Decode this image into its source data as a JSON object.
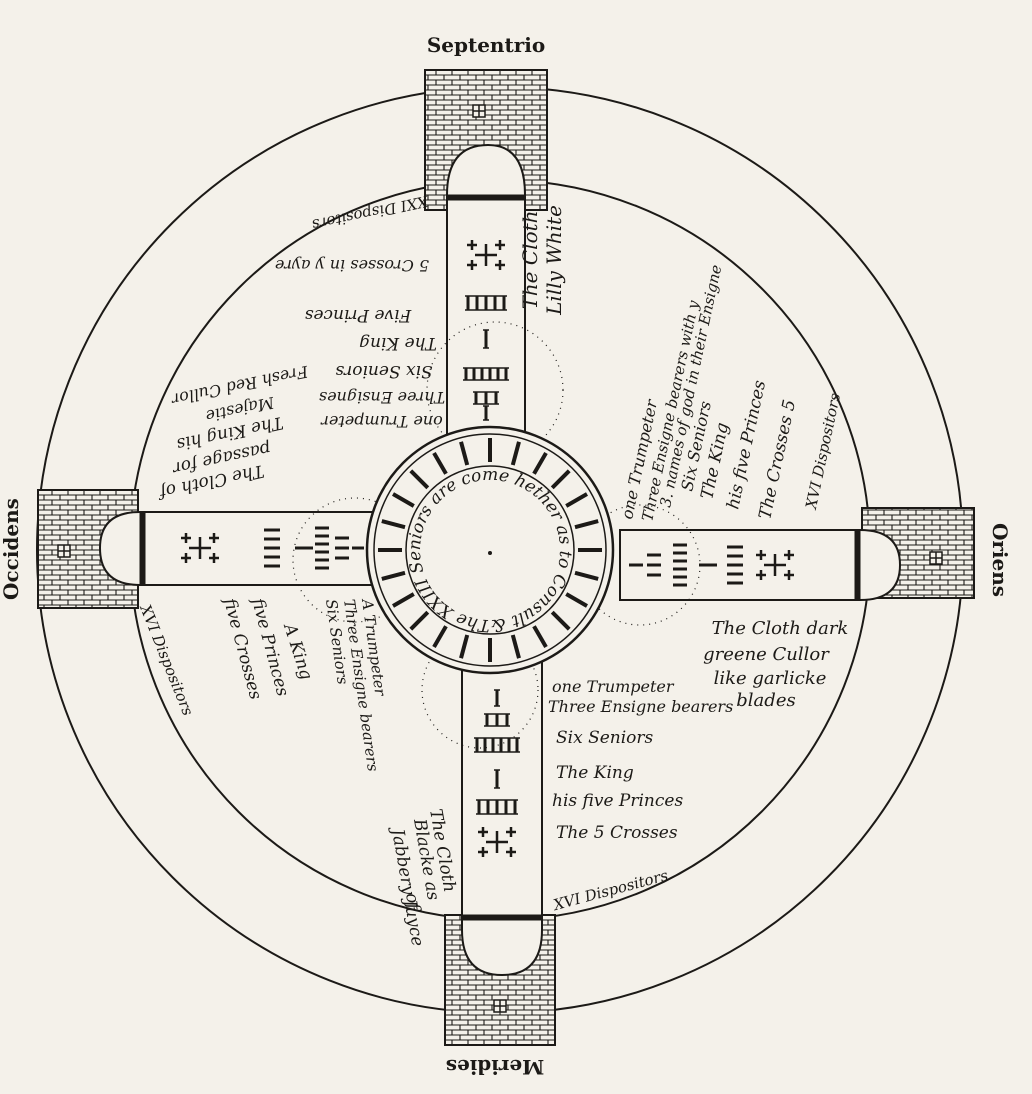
{
  "compass": {
    "north": "Septentrio",
    "east": "Oriens",
    "south": "Meridies",
    "west": "Occidens"
  },
  "center_ring": "The XXIII Seniors are come hether as to Consult &",
  "dispositors": {
    "ne": "XVI Dispositors",
    "nw": "XXI Dispositors",
    "sw": "XVI Dispositors",
    "se": "XVI Dispositors"
  },
  "north_arm": {
    "cloth": [
      "The Cloth",
      "Lilly White"
    ],
    "left_text": [
      "5 Crosses in y ayre",
      "Five Princes",
      "The King",
      "Six Seniors",
      "Three Ensignes",
      "one Trumpeter"
    ],
    "passage": [
      "The Cloth of",
      "passage for",
      "The King his",
      "Majestie",
      "Fresh Red Cullor"
    ]
  },
  "east_arm": {
    "above_text": [
      "one Trumpeter",
      "Three Ensigne bearers with y",
      "3. names of god in their Ensigne",
      "Six Seniors",
      "The King",
      "his five Princes",
      "The Crosses 5"
    ],
    "cloth": [
      "The Cloth dark",
      "greene Cullor",
      "like garlicke",
      "blades"
    ]
  },
  "south_arm": {
    "right_text": [
      "one Trumpeter",
      "Three Ensigne bearers",
      "Six Seniors",
      "The King",
      "his five Princes",
      "The 5 Crosses"
    ],
    "cloth": [
      "The Cloth",
      "Blacke as",
      "of",
      "Jabbery Juyce"
    ]
  },
  "west_arm": {
    "below_text": [
      "A Trumpeter",
      "Three Ensigne bearers",
      "Six Seniors",
      "A King",
      "five Princes",
      "five Crosses"
    ]
  }
}
